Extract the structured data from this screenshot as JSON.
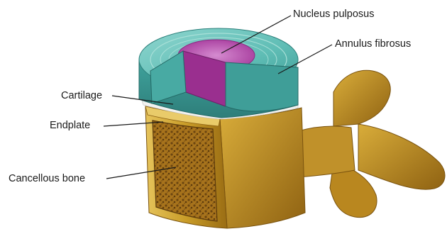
{
  "labels": {
    "nucleus_pulposus": "Nucleus pulposus",
    "annulus_fibrosus": "Annulus fibrosus",
    "cartilage": "Cartilage",
    "endplate": "Endplate",
    "cancellous_bone": "Cancellous bone"
  },
  "colors": {
    "bone": "#c79a26",
    "bone_dark": "#8a5f12",
    "bone_light": "#e6c45c",
    "annulus": "#4fb3ad",
    "annulus_light": "#a9e0d8",
    "nucleus": "#b24ba6",
    "nucleus_light": "#d58bd0",
    "cancellous": "#6b4510",
    "cartilage": "#f2f2f0"
  }
}
